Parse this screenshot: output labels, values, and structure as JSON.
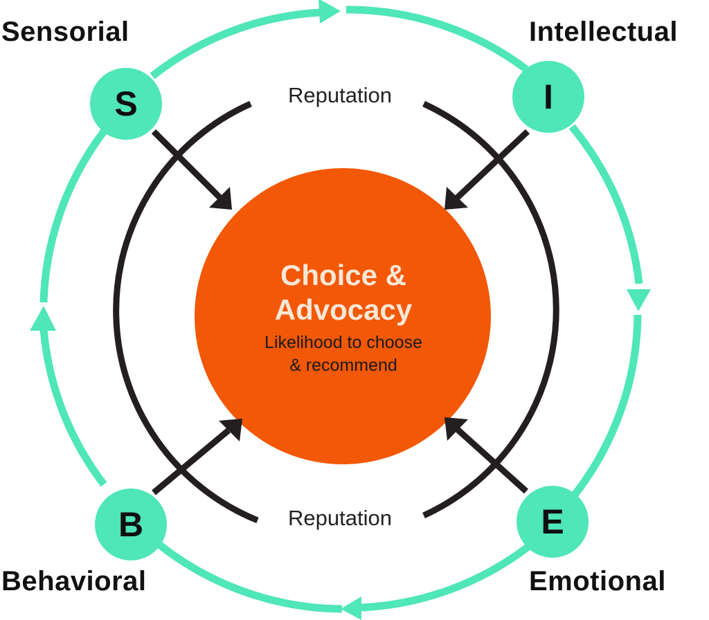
{
  "labels": {
    "sensorial": "Sensorial",
    "intellectual": "Intellectual",
    "behavioral": "Behavioral",
    "emotional": "Emotional"
  },
  "nodes": {
    "s": "S",
    "i": "I",
    "b": "B",
    "e": "E"
  },
  "reputation": {
    "top": "Reputation",
    "bottom": "Reputation"
  },
  "center": {
    "title_line1": "Choice &",
    "title_line2": "Advocacy",
    "subtitle_line1": "Likelihood to choose",
    "subtitle_line2": "& recommend"
  },
  "colors": {
    "accent_green": "#4fe6b8",
    "center_orange": "#f25805",
    "arc_dark": "#231f20"
  }
}
